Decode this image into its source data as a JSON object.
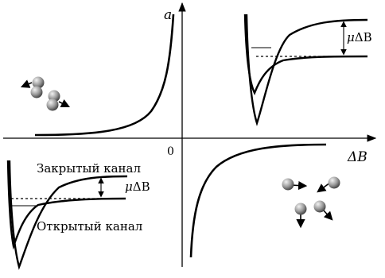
{
  "figure": {
    "axes": {
      "y_label": "a",
      "x_label": "ΔB",
      "origin_label": "0"
    },
    "labels": {
      "mu": "μ",
      "delta_b": "ΔB",
      "closed_channel": "Закрытый канал",
      "open_channel": "Открытый канал"
    },
    "colors": {
      "line": "#000000",
      "atom_light": "#f2f2f2",
      "atom_dark": "#3a3a3a"
    },
    "icons": [
      "atom-pair-icon",
      "arrow-icon",
      "double-arrow-icon"
    ]
  }
}
